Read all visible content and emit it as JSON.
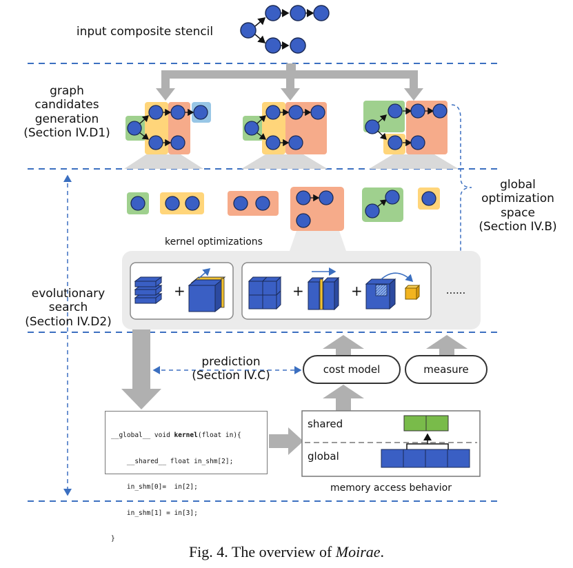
{
  "labels": {
    "input": "input composite stencil",
    "graph1": "graph",
    "graph2": "candidates",
    "graph3": "generation",
    "graph4": "(Section IV.D1)",
    "global1": "global",
    "global2": "optimization",
    "global3": "space",
    "global4": "(Section IV.B)",
    "kernel_opt": "kernel optimizations",
    "evo1": "evolutionary",
    "evo2": "search",
    "evo3": "(Section IV.D2)",
    "pred1": "prediction",
    "pred2": "(Section IV.C)",
    "cost_model": "cost model",
    "measure": "measure",
    "shared": "shared",
    "global_mem": "global",
    "mem_behavior": "memory access behavior",
    "ellipsis": "......"
  },
  "code": {
    "l1a": "__global__ void ",
    "l1b": "kernel",
    "l1c": "(float in){",
    "l2": "    __shared__ float in_shm[2];",
    "l3": "    in_shm[0]=  in[2];",
    "l4": "    in_shm[1] = in[3];",
    "l5": "}"
  },
  "caption": {
    "prefix": "Fig. 4.  The overview of ",
    "name": "Moirae",
    "suffix": "."
  },
  "colors": {
    "node": "#3a5fc4",
    "node_stroke": "#1a2a55",
    "green": "#9fd08e",
    "yellow": "#ffd57a",
    "orange": "#f6ab8a",
    "lightblue": "#98c6e6",
    "dashed_blue": "#3b6fc0",
    "gray_arrow": "#b0b0b0",
    "panel": "#ebebeb"
  }
}
